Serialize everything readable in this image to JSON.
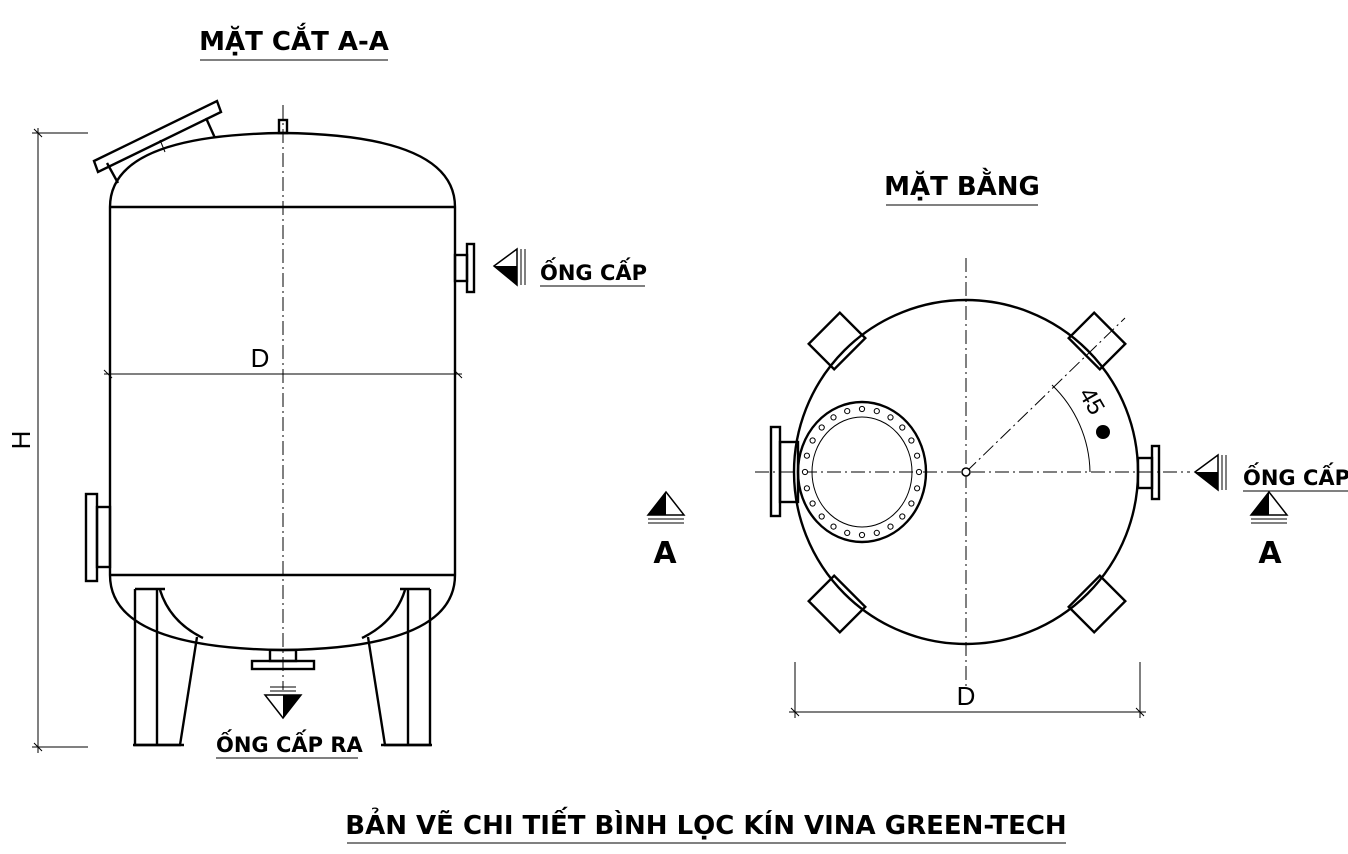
{
  "section_view": {
    "title": "MẶT CẮT A-A",
    "dim_diameter": "D",
    "dim_height": "H",
    "inlet_label": "ỐNG CẤP",
    "outlet_label": "ỐNG CẤP RA"
  },
  "plan_view": {
    "title": "MẶT BẰNG",
    "dim_diameter": "D",
    "angle_label": "45",
    "inlet_label": "ỐNG CẤP",
    "section_mark_left": "A",
    "section_mark_right": "A"
  },
  "drawing_title": "BẢN VẼ CHI TIẾT BÌNH LỌC KÍN VINA GREEN-TECH"
}
